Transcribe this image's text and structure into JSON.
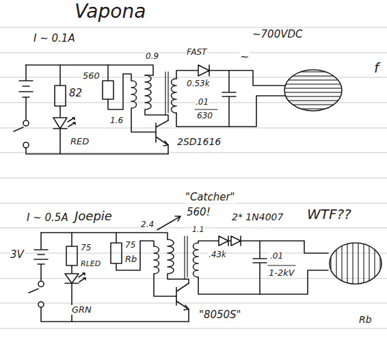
{
  "diagram": {
    "title": "Vapona",
    "labels": [
      "I ~ 0.1A",
      "0.9",
      "FAST",
      "~700VDC",
      "~",
      "f",
      "560",
      "82",
      "1.6",
      "0.53k",
      ".01",
      "630",
      "RED",
      "2SD1616",
      "I ~ 0.5A",
      "Joepie",
      "\"Catcher\"",
      "560!",
      "2* 1N4007",
      "WTF??",
      "3V",
      "75",
      "RLED",
      "75",
      "Rb",
      "2.4",
      "1.1",
      ".43k",
      ".01",
      "1-2kV",
      "GRN",
      "\"8050S\"",
      "Rb"
    ]
  }
}
